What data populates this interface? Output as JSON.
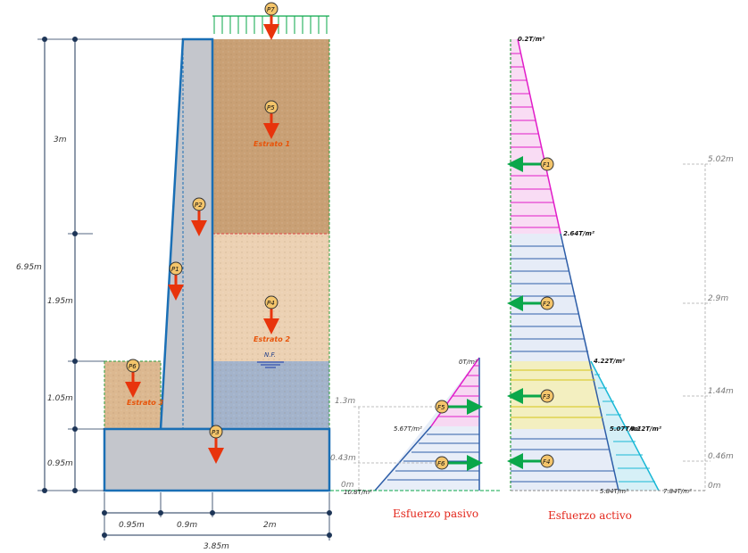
{
  "colors": {
    "wall": "#c4c6cc",
    "wall_edge": "#1a6fb5",
    "soil1": "#c79d71",
    "soil2": "#e9cbaa",
    "soil_sat": "#9fb0c9",
    "soil3": "#d9b48d",
    "pink": "#e11cc9",
    "blue": "#2e5ea8",
    "cyan": "#19b8d6",
    "yellow": "#d6c616",
    "red": "#e8340c",
    "green": "#0aa74a",
    "label_fill": "#f4c56b"
  },
  "dimensions": {
    "h_3": "3m",
    "h_195": "1.95m",
    "h_105": "1.05m",
    "h_095": "0.95m",
    "h_total": "6.95m",
    "b_095": "0.95m",
    "b_09": "0.9m",
    "b_2": "2m",
    "b_total": "3.85m"
  },
  "loads": [
    {
      "id": "p7",
      "label": "P7"
    },
    {
      "id": "p5",
      "label": "P5"
    },
    {
      "id": "p2",
      "label": "P2"
    },
    {
      "id": "p1",
      "label": "P1"
    },
    {
      "id": "p4",
      "label": "P4"
    },
    {
      "id": "p6",
      "label": "P6"
    },
    {
      "id": "p3",
      "label": "P3"
    }
  ],
  "strata": {
    "s1": "Estrato 1",
    "s2": "Estrato 2",
    "s3": "Estrato 3",
    "nf": "N.F."
  },
  "passive": {
    "title": "Esfuerzo pasivo",
    "top_value": "0T/m²",
    "mid_value": "5.67T/m²",
    "bottom_value": "10.8T/m²",
    "forces": [
      {
        "label": "F5"
      },
      {
        "label": "F6"
      }
    ],
    "levels": [
      "1.3m",
      "0.43m",
      "0m"
    ]
  },
  "active": {
    "title": "Esfuerzo activo",
    "v_top": "0.2T/m²",
    "v_264": "2.64T/m²",
    "v_422": "4.22T/m²",
    "v_507": "5.07T/m²",
    "v_512": "6.12T/m²",
    "v_584": "5.84T/m²",
    "v_784": "7.84T/m²",
    "forces": [
      {
        "label": "F1"
      },
      {
        "label": "F2"
      },
      {
        "label": "F3"
      },
      {
        "label": "F4"
      }
    ],
    "levels": [
      "5.02m",
      "2.9m",
      "1.44m",
      "0.46m",
      "0m"
    ]
  }
}
